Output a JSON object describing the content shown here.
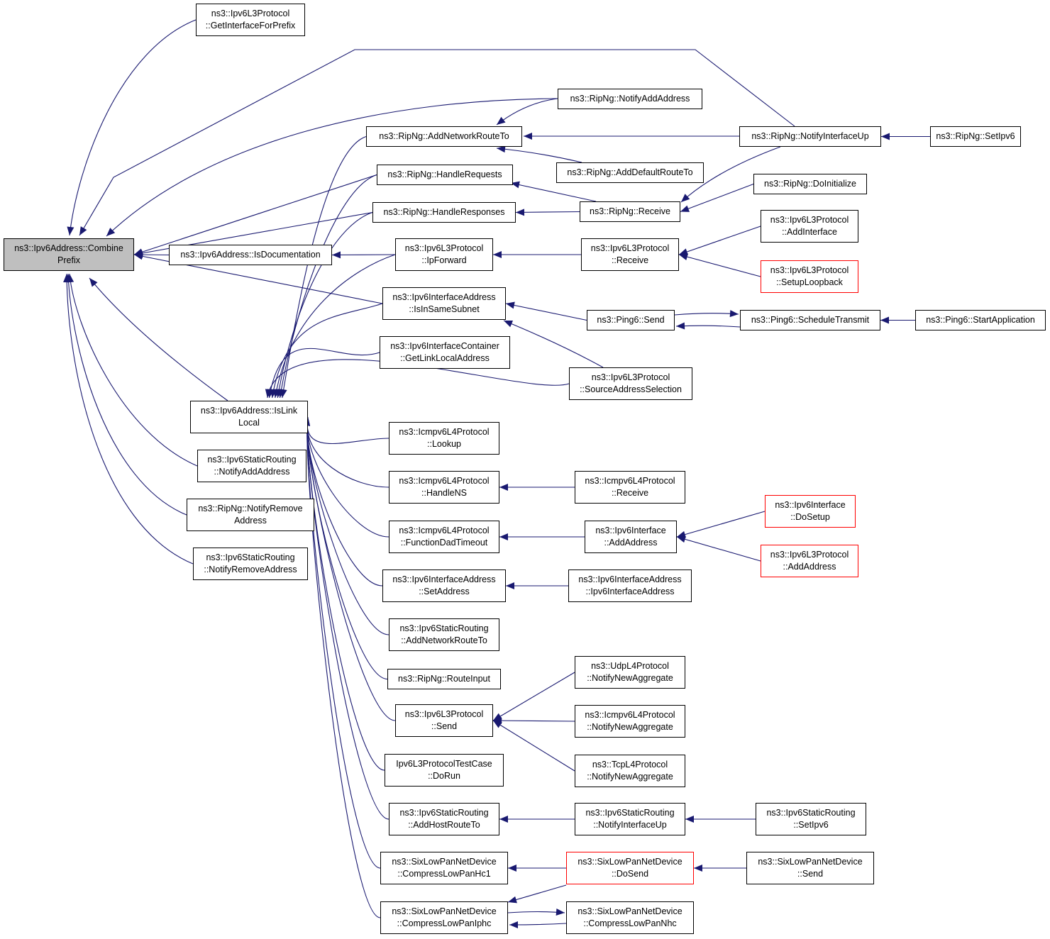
{
  "diagram": {
    "edge_color": "#191970",
    "root_fill": "#bfbfbf",
    "truncated_border": "#ff0000",
    "nodes": {
      "combine": {
        "lines": [
          "ns3::Ipv6Address::Combine",
          "Prefix"
        ],
        "root": true
      },
      "getIfaceForPrefix": {
        "lines": [
          "ns3::Ipv6L3Protocol",
          "::GetInterfaceForPrefix"
        ]
      },
      "isDocumentation": {
        "lines": [
          "ns3::Ipv6Address::IsDocumentation"
        ]
      },
      "isLinkLocal": {
        "lines": [
          "ns3::Ipv6Address::IsLink",
          "Local"
        ]
      },
      "staticNotifyAdd": {
        "lines": [
          "ns3::Ipv6StaticRouting",
          "::NotifyAddAddress"
        ]
      },
      "ripNotifyRemove": {
        "lines": [
          "ns3::RipNg::NotifyRemove",
          "Address"
        ]
      },
      "staticNotifyRemove": {
        "lines": [
          "ns3::Ipv6StaticRouting",
          "::NotifyRemoveAddress"
        ]
      },
      "ripAddNetRoute": {
        "lines": [
          "ns3::RipNg::AddNetworkRouteTo"
        ]
      },
      "ripHandleRequests": {
        "lines": [
          "ns3::RipNg::HandleRequests"
        ]
      },
      "ripHandleResponses": {
        "lines": [
          "ns3::RipNg::HandleResponses"
        ]
      },
      "l3IpForward": {
        "lines": [
          "ns3::Ipv6L3Protocol",
          "::IpForward"
        ]
      },
      "ifaIsInSameSubnet": {
        "lines": [
          "ns3::Ipv6InterfaceAddress",
          "::IsInSameSubnet"
        ]
      },
      "icGetLinkLocal": {
        "lines": [
          "ns3::Ipv6InterfaceContainer",
          "::GetLinkLocalAddress"
        ]
      },
      "icmpLookup": {
        "lines": [
          "ns3::Icmpv6L4Protocol",
          "::Lookup"
        ]
      },
      "icmpHandleNS": {
        "lines": [
          "ns3::Icmpv6L4Protocol",
          "::HandleNS"
        ]
      },
      "icmpDadTimeout": {
        "lines": [
          "ns3::Icmpv6L4Protocol",
          "::FunctionDadTimeout"
        ]
      },
      "ifaSetAddress": {
        "lines": [
          "ns3::Ipv6InterfaceAddress",
          "::SetAddress"
        ]
      },
      "staticAddNetRoute": {
        "lines": [
          "ns3::Ipv6StaticRouting",
          "::AddNetworkRouteTo"
        ]
      },
      "ripRouteInput": {
        "lines": [
          "ns3::RipNg::RouteInput"
        ]
      },
      "l3Send": {
        "lines": [
          "ns3::Ipv6L3Protocol",
          "::Send"
        ]
      },
      "testDoRun": {
        "lines": [
          "Ipv6L3ProtocolTestCase",
          "::DoRun"
        ]
      },
      "staticAddHostRoute": {
        "lines": [
          "ns3::Ipv6StaticRouting",
          "::AddHostRouteTo"
        ]
      },
      "sixCompressHc1": {
        "lines": [
          "ns3::SixLowPanNetDevice",
          "::CompressLowPanHc1"
        ]
      },
      "sixCompressIphc": {
        "lines": [
          "ns3::SixLowPanNetDevice",
          "::CompressLowPanIphc"
        ]
      },
      "ripNotifyAdd": {
        "lines": [
          "ns3::RipNg::NotifyAddAddress"
        ]
      },
      "ripAddDefaultRoute": {
        "lines": [
          "ns3::RipNg::AddDefaultRouteTo"
        ]
      },
      "ripReceive": {
        "lines": [
          "ns3::RipNg::Receive"
        ]
      },
      "l3Receive": {
        "lines": [
          "ns3::Ipv6L3Protocol",
          "::Receive"
        ]
      },
      "ping6Send": {
        "lines": [
          "ns3::Ping6::Send"
        ]
      },
      "l3SourceAddrSel": {
        "lines": [
          "ns3::Ipv6L3Protocol",
          "::SourceAddressSelection"
        ]
      },
      "icmpReceive": {
        "lines": [
          "ns3::Icmpv6L4Protocol",
          "::Receive"
        ]
      },
      "ifaceAddAddress": {
        "lines": [
          "ns3::Ipv6Interface",
          "::AddAddress"
        ]
      },
      "ifaCtor": {
        "lines": [
          "ns3::Ipv6InterfaceAddress",
          "::Ipv6InterfaceAddress"
        ]
      },
      "udpNotifyNewAgg": {
        "lines": [
          "ns3::UdpL4Protocol",
          "::NotifyNewAggregate"
        ]
      },
      "icmpNotifyNewAgg": {
        "lines": [
          "ns3::Icmpv6L4Protocol",
          "::NotifyNewAggregate"
        ]
      },
      "tcpNotifyNewAgg": {
        "lines": [
          "ns3::TcpL4Protocol",
          "::NotifyNewAggregate"
        ]
      },
      "staticNotifyIfaceUp": {
        "lines": [
          "ns3::Ipv6StaticRouting",
          "::NotifyInterfaceUp"
        ]
      },
      "sixDoSend": {
        "lines": [
          "ns3::SixLowPanNetDevice",
          "::DoSend"
        ],
        "truncated": true
      },
      "sixCompressNhc": {
        "lines": [
          "ns3::SixLowPanNetDevice",
          "::CompressLowPanNhc"
        ]
      },
      "ripNotifyIfaceUp": {
        "lines": [
          "ns3::RipNg::NotifyInterfaceUp"
        ]
      },
      "ripDoInitialize": {
        "lines": [
          "ns3::RipNg::DoInitialize"
        ]
      },
      "l3AddInterface": {
        "lines": [
          "ns3::Ipv6L3Protocol",
          "::AddInterface"
        ]
      },
      "l3SetupLoopback": {
        "lines": [
          "ns3::Ipv6L3Protocol",
          "::SetupLoopback"
        ],
        "truncated": true
      },
      "ping6ScheduleTransmit": {
        "lines": [
          "ns3::Ping6::ScheduleTransmit"
        ]
      },
      "ifaceDoSetup": {
        "lines": [
          "ns3::Ipv6Interface",
          "::DoSetup"
        ],
        "truncated": true
      },
      "l3AddAddress": {
        "lines": [
          "ns3::Ipv6L3Protocol",
          "::AddAddress"
        ],
        "truncated": true
      },
      "staticSetIpv6": {
        "lines": [
          "ns3::Ipv6StaticRouting",
          "::SetIpv6"
        ]
      },
      "sixSend": {
        "lines": [
          "ns3::SixLowPanNetDevice",
          "::Send"
        ]
      },
      "ripSetIpv6": {
        "lines": [
          "ns3::RipNg::SetIpv6"
        ]
      },
      "ping6StartApp": {
        "lines": [
          "ns3::Ping6::StartApplication"
        ]
      }
    },
    "edges": [
      [
        "getIfaceForPrefix",
        "combine"
      ],
      [
        "ripNotifyIfaceUp",
        "combine"
      ],
      [
        "ripNotifyAdd",
        "combine"
      ],
      [
        "ripHandleRequests",
        "combine"
      ],
      [
        "ripHandleResponses",
        "combine"
      ],
      [
        "isDocumentation",
        "combine"
      ],
      [
        "ifaIsInSameSubnet",
        "combine"
      ],
      [
        "isLinkLocal",
        "combine"
      ],
      [
        "staticNotifyAdd",
        "combine"
      ],
      [
        "ripNotifyRemove",
        "combine"
      ],
      [
        "staticNotifyRemove",
        "combine"
      ],
      [
        "l3IpForward",
        "isDocumentation"
      ],
      [
        "ripAddNetRoute",
        "isLinkLocal"
      ],
      [
        "ripHandleRequests",
        "isLinkLocal"
      ],
      [
        "ripHandleResponses",
        "isLinkLocal"
      ],
      [
        "l3IpForward",
        "isLinkLocal"
      ],
      [
        "ifaIsInSameSubnet",
        "isLinkLocal"
      ],
      [
        "icGetLinkLocal",
        "isLinkLocal"
      ],
      [
        "l3SourceAddrSel",
        "isLinkLocal"
      ],
      [
        "icmpLookup",
        "isLinkLocal"
      ],
      [
        "icmpHandleNS",
        "isLinkLocal"
      ],
      [
        "icmpDadTimeout",
        "isLinkLocal"
      ],
      [
        "ifaSetAddress",
        "isLinkLocal"
      ],
      [
        "staticAddNetRoute",
        "isLinkLocal"
      ],
      [
        "ripRouteInput",
        "isLinkLocal"
      ],
      [
        "l3Send",
        "isLinkLocal"
      ],
      [
        "testDoRun",
        "isLinkLocal"
      ],
      [
        "staticAddHostRoute",
        "isLinkLocal"
      ],
      [
        "sixCompressHc1",
        "isLinkLocal"
      ],
      [
        "sixCompressIphc",
        "isLinkLocal"
      ],
      [
        "ripNotifyAdd",
        "ripAddNetRoute"
      ],
      [
        "ripNotifyIfaceUp",
        "ripAddNetRoute"
      ],
      [
        "ripAddDefaultRoute",
        "ripAddNetRoute"
      ],
      [
        "ripReceive",
        "ripHandleRequests"
      ],
      [
        "ripReceive",
        "ripHandleResponses"
      ],
      [
        "l3Receive",
        "l3IpForward"
      ],
      [
        "ping6Send",
        "ifaIsInSameSubnet"
      ],
      [
        "l3SourceAddrSel",
        "ifaIsInSameSubnet"
      ],
      [
        "icmpReceive",
        "icmpHandleNS"
      ],
      [
        "ifaceAddAddress",
        "icmpDadTimeout"
      ],
      [
        "ifaCtor",
        "ifaSetAddress"
      ],
      [
        "udpNotifyNewAgg",
        "l3Send"
      ],
      [
        "icmpNotifyNewAgg",
        "l3Send"
      ],
      [
        "tcpNotifyNewAgg",
        "l3Send"
      ],
      [
        "staticNotifyIfaceUp",
        "staticAddHostRoute"
      ],
      [
        "sixDoSend",
        "sixCompressHc1"
      ],
      [
        "sixDoSend",
        "sixCompressIphc"
      ],
      [
        "sixCompressNhc",
        "sixCompressIphc"
      ],
      [
        "sixCompressIphc",
        "sixCompressNhc"
      ],
      [
        "ripSetIpv6",
        "ripNotifyIfaceUp"
      ],
      [
        "ripNotifyIfaceUp",
        "ripReceive"
      ],
      [
        "ripDoInitialize",
        "ripReceive"
      ],
      [
        "l3AddInterface",
        "l3Receive"
      ],
      [
        "l3SetupLoopback",
        "l3Receive"
      ],
      [
        "ping6ScheduleTransmit",
        "ping6Send"
      ],
      [
        "ping6Send",
        "ping6ScheduleTransmit"
      ],
      [
        "ping6StartApp",
        "ping6ScheduleTransmit"
      ],
      [
        "ifaceDoSetup",
        "ifaceAddAddress"
      ],
      [
        "l3AddAddress",
        "ifaceAddAddress"
      ],
      [
        "staticSetIpv6",
        "staticNotifyIfaceUp"
      ],
      [
        "sixSend",
        "sixDoSend"
      ]
    ]
  }
}
